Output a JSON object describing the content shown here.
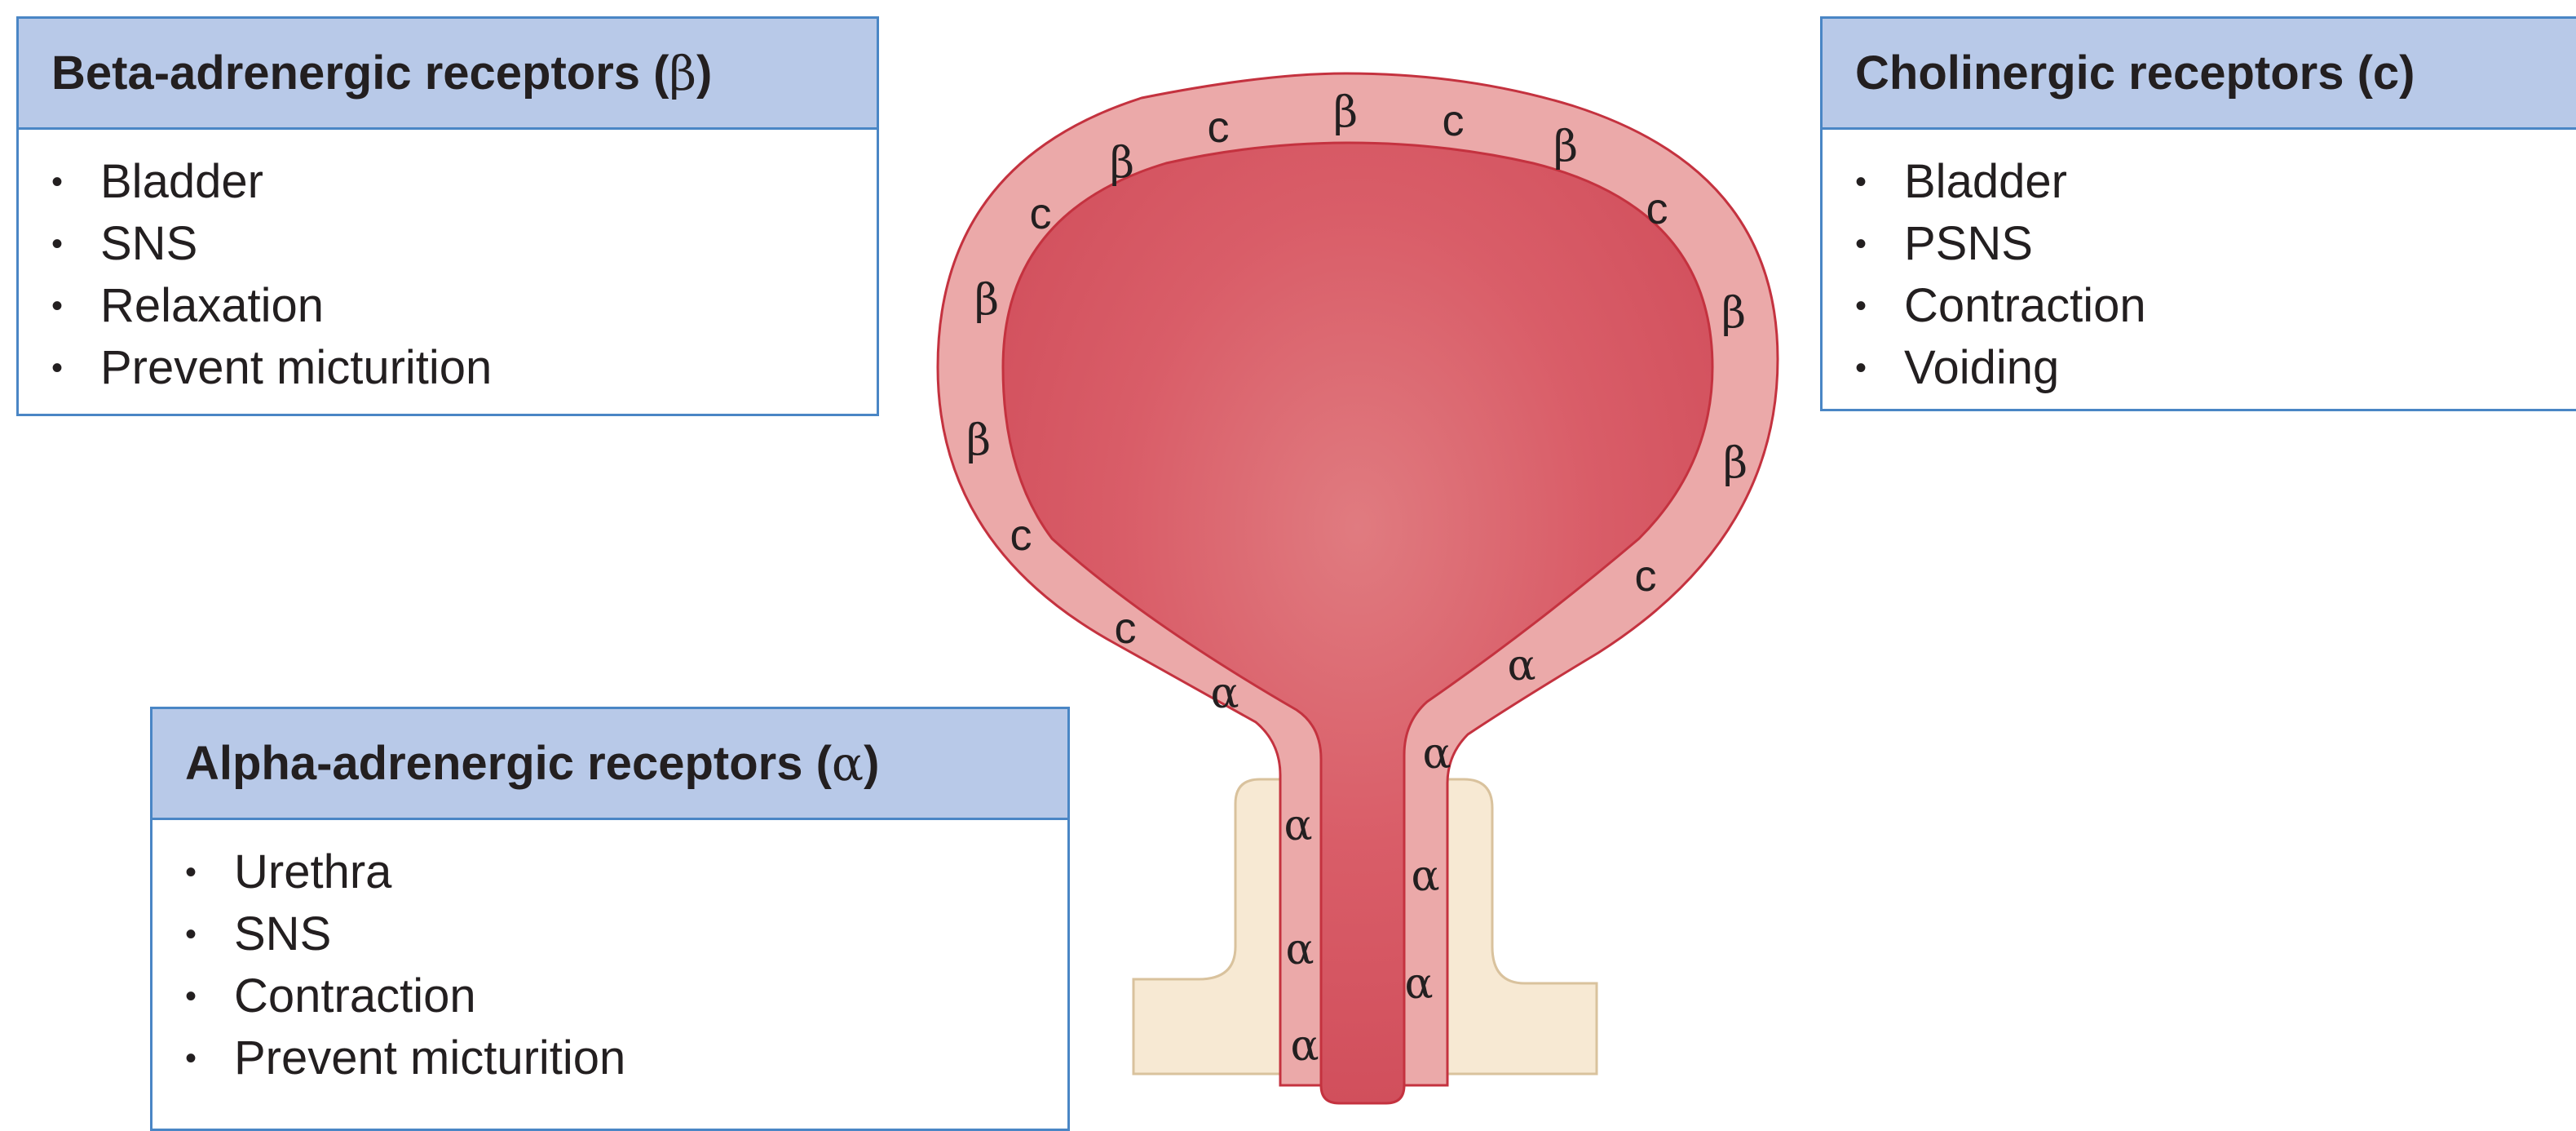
{
  "panels": {
    "beta": {
      "title_text": "Beta-adrenergic receptors (",
      "title_symbol": "β",
      "title_close": ")",
      "items": [
        "Bladder",
        "SNS",
        "Relaxation",
        "Prevent micturition"
      ]
    },
    "cholinergic": {
      "title_text": "Cholinergic receptors (c)",
      "items": [
        "Bladder",
        "PSNS",
        "Contraction",
        "Voiding"
      ]
    },
    "alpha": {
      "title_text": "Alpha-adrenergic receptors (",
      "title_symbol": "α",
      "title_close": ")",
      "items": [
        "Urethra",
        "SNS",
        "Contraction",
        "Prevent micturition"
      ]
    }
  },
  "bullet_char": "•",
  "receptor_labels": {
    "beta": "β",
    "cholinergic": "c",
    "alpha": "α"
  },
  "colors": {
    "panel_border": "#4a86c5",
    "panel_header_bg": "#b8c9e8",
    "bladder_wall": "#eba9a9",
    "bladder_lumen": "#d95a66",
    "bladder_outline": "#c4323f",
    "sphincter": "#f7e9d3",
    "sphincter_outline": "#d9c29d"
  }
}
